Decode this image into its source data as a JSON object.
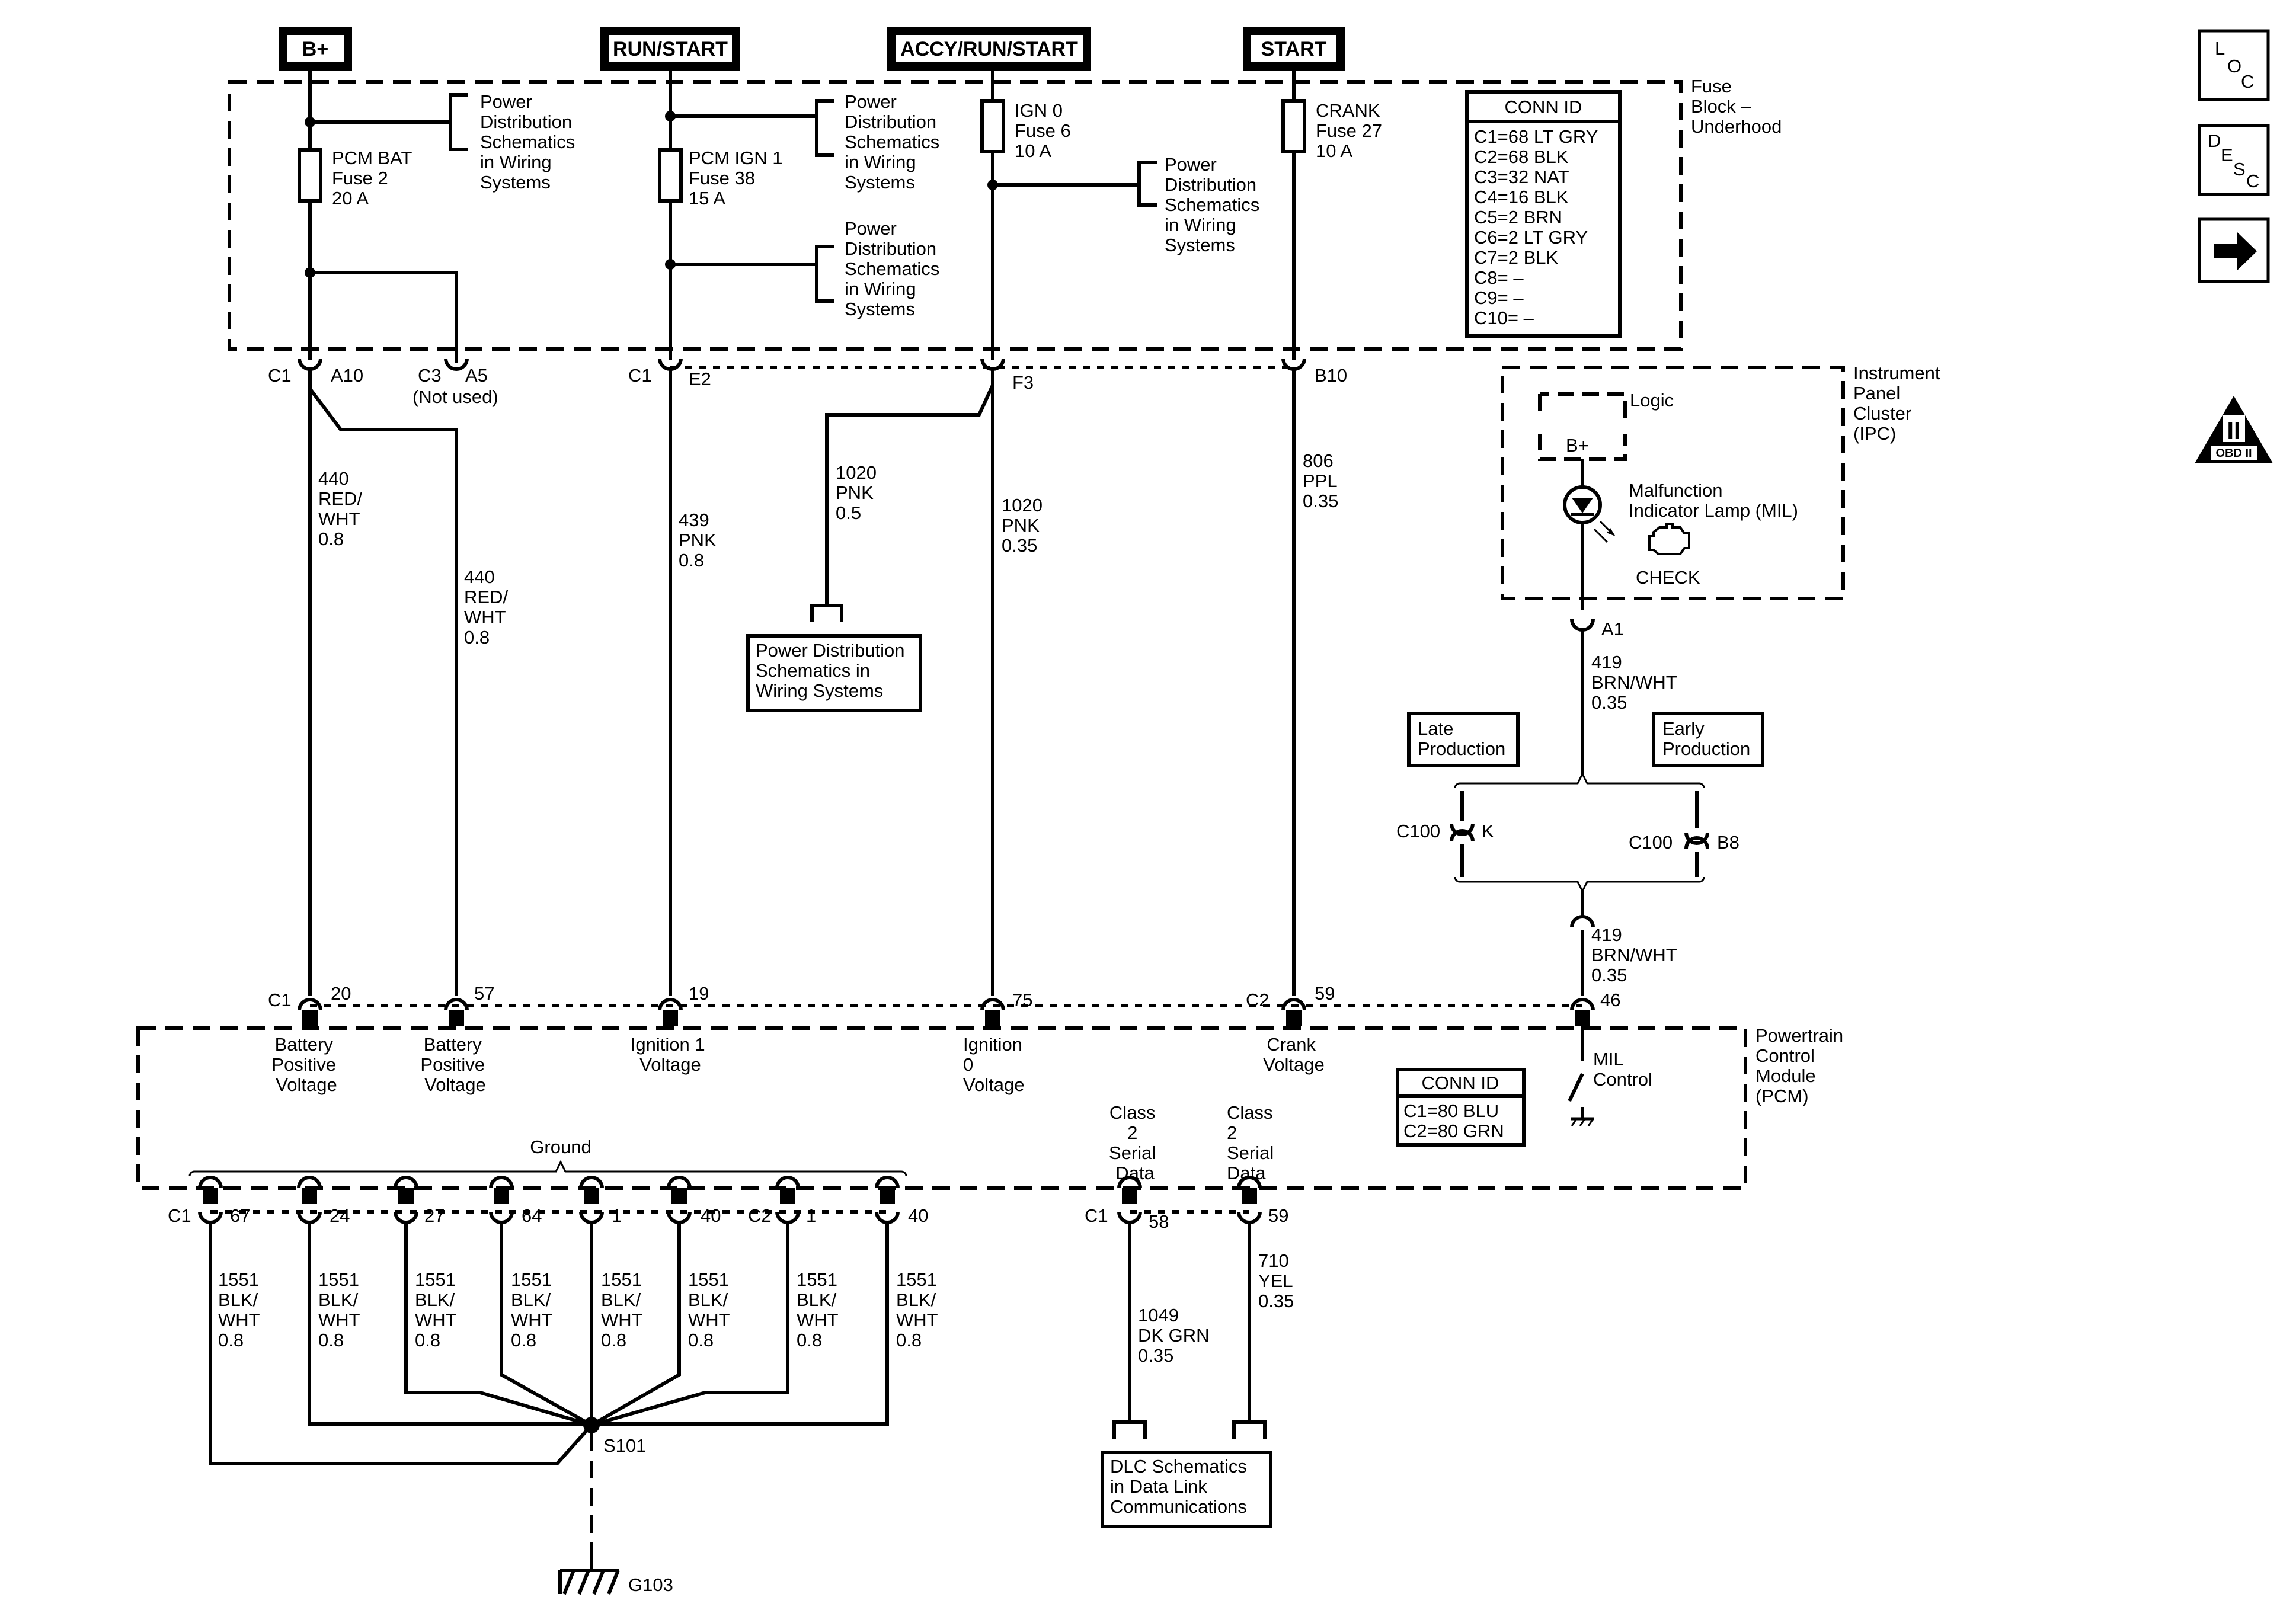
{
  "sources": {
    "bplus": "B+",
    "run_start": "RUN/START",
    "accy_run_start": "ACCY/RUN/START",
    "start": "START"
  },
  "fuse_block": {
    "title": [
      "Fuse",
      "Block –",
      "Underhood"
    ]
  },
  "pds": [
    "Power",
    "Distribution",
    "Schematics",
    "in Wiring",
    "Systems"
  ],
  "pds_box": [
    "Power Distribution",
    "Schematics in",
    "Wiring  Systems"
  ],
  "dlc_box": [
    "DLC Schematics",
    "in Data Link",
    "Communications"
  ],
  "fuses": {
    "pcm_bat": [
      "PCM  BAT",
      "Fuse 2",
      "20 A"
    ],
    "pcm_ign1": [
      "PCM IGN 1",
      "Fuse 38",
      "15 A"
    ],
    "ign0": [
      "IGN 0",
      "Fuse 6",
      "10 A"
    ],
    "crank": [
      "CRANK",
      "Fuse 27",
      "10 A"
    ]
  },
  "conn_id_fuse": {
    "title": "CONN ID",
    "rows": [
      "C1=68 LT GRY",
      "C2=68 BLK",
      "C3=32 NAT",
      "C4=16 BLK",
      "C5=2 BRN",
      "C6=2 LT GRY",
      "C7=2 BLK",
      "C8= –",
      "C9= –",
      "C10= –"
    ]
  },
  "conn_id_pcm": {
    "title": "CONN ID",
    "rows": [
      "C1=80 BLU",
      "C2=80 GRN"
    ]
  },
  "fb_connectors": {
    "c1a": "C1",
    "a10": "A10",
    "c3": "C3",
    "a5": "A5",
    "not_used": "(Not used)",
    "c1b": "C1",
    "e2": "E2",
    "f3": "F3",
    "b10": "B10"
  },
  "wires": {
    "w440a": [
      "440",
      "RED/",
      "WHT",
      "0.8"
    ],
    "w440b": [
      "440",
      "RED/",
      "WHT",
      "0.8"
    ],
    "w439": [
      "439",
      "PNK",
      "0.8"
    ],
    "w1020a": [
      "1020",
      "PNK",
      "0.5"
    ],
    "w1020b": [
      "1020",
      "PNK",
      "0.35"
    ],
    "w806": [
      "806",
      "PPL",
      "0.35"
    ],
    "w419a": [
      "419",
      "BRN/WHT",
      "0.35"
    ],
    "w419b": [
      "419",
      "BRN/WHT",
      "0.35"
    ],
    "w1049": [
      "1049",
      "DK GRN",
      "0.35"
    ],
    "w710": [
      "710",
      "YEL",
      "0.35"
    ],
    "w1551": [
      "1551",
      "BLK/",
      "WHT",
      "0.8"
    ]
  },
  "ipc": {
    "title": [
      "Instrument",
      "Panel",
      "Cluster",
      "(IPC)"
    ],
    "logic": "Logic",
    "bplus": "B+",
    "mil": [
      "Malfunction",
      "Indicator Lamp (MIL)"
    ],
    "check": "CHECK",
    "a1": "A1"
  },
  "c100": {
    "late": [
      "Late",
      "Production"
    ],
    "early": [
      "Early",
      "Production"
    ],
    "c100a": "C100",
    "k": "K",
    "c100b": "C100",
    "b8": "B8"
  },
  "pcm": {
    "title": [
      "Powertrain",
      "Control",
      "Module",
      "(PCM)"
    ],
    "c1": "C1",
    "c2": "C2",
    "pins": {
      "p20": "20",
      "p57": "57",
      "p19": "19",
      "p75": "75",
      "p59": "59",
      "p46": "46"
    },
    "bat1": [
      "Battery",
      "Positive",
      "Voltage"
    ],
    "bat2": [
      "Battery",
      "Positive",
      "Voltage"
    ],
    "ign1": [
      "Ignition 1",
      "Voltage"
    ],
    "ign0": [
      "Ignition",
      "0",
      "Voltage"
    ],
    "crank": [
      "Crank",
      "Voltage"
    ],
    "mil": [
      "MIL",
      "Control"
    ],
    "ground": "Ground",
    "class2a": [
      "Class",
      "2",
      "Serial",
      "Data"
    ],
    "class2b": [
      "Class",
      "2",
      "Serial",
      "Data"
    ]
  },
  "grounds": {
    "c1": "C1",
    "c2": "C2",
    "pins": [
      "67",
      "24",
      "27",
      "64",
      "1",
      "40",
      "1",
      "40"
    ],
    "s101": "S101",
    "g103": "G103"
  },
  "data_pins": {
    "c1": "C1",
    "p58": "58",
    "p59": "59"
  },
  "nav": {
    "loc": [
      "L",
      "O",
      "C"
    ],
    "desc": [
      "D",
      "E",
      "S",
      "C"
    ],
    "obd": "OBD II",
    "obd_numeral": "II"
  }
}
